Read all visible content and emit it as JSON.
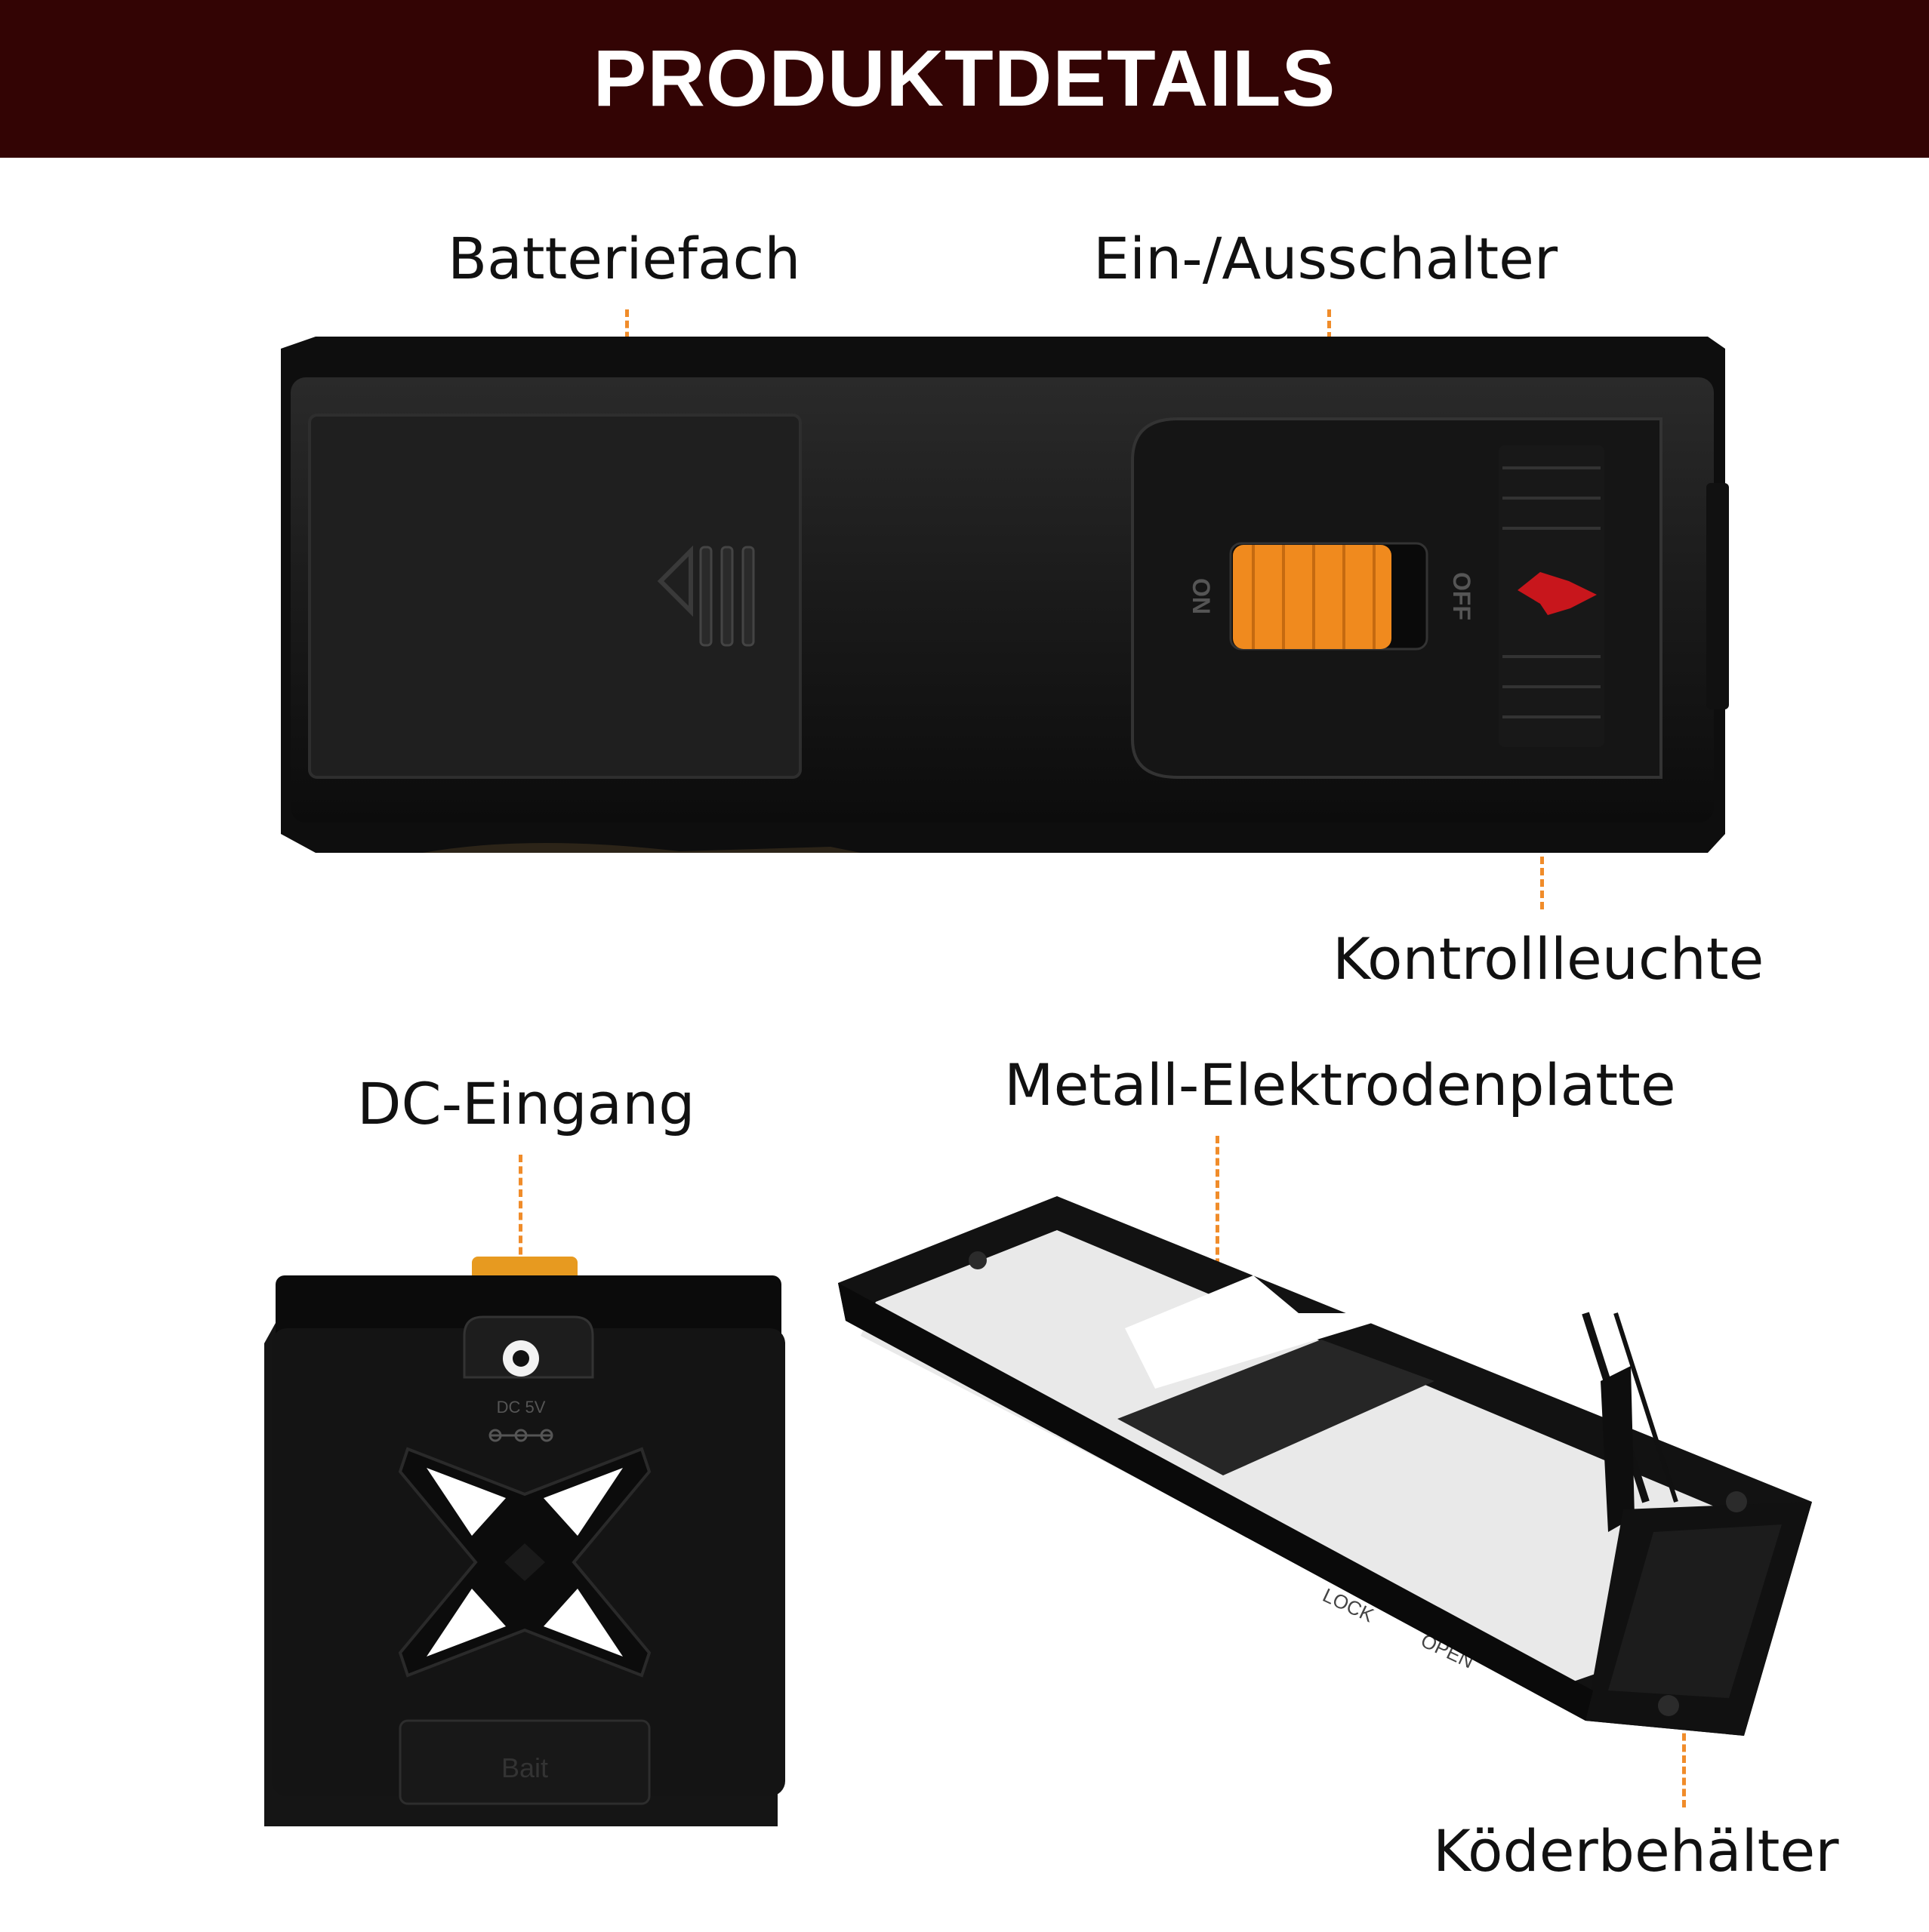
{
  "banner": {
    "title": "PRODUKTDETAILS",
    "background": "#330404"
  },
  "labels": {
    "battery": "Batteriefach",
    "switch": "Ein-/Ausschalter",
    "indicator": "Kontrollleuchte",
    "dc_input": "DC-Eingang",
    "metal_plate": "Metall-Elektrodenplatte",
    "bait": "Köderbehälter"
  },
  "device_marks": {
    "switch_on": "ON",
    "switch_off": "OFF",
    "dc_rating": "DC 5V",
    "bait_lid": "Bait",
    "lock": "LOCK",
    "open": "OPEN"
  },
  "colors": {
    "leader": "#f08c2a",
    "switch": "#f08a1e",
    "indicator": "#c8161c",
    "device": "#141414"
  },
  "icons": [
    "lightning-icon",
    "power-jack-icon",
    "x-vent-icon"
  ]
}
